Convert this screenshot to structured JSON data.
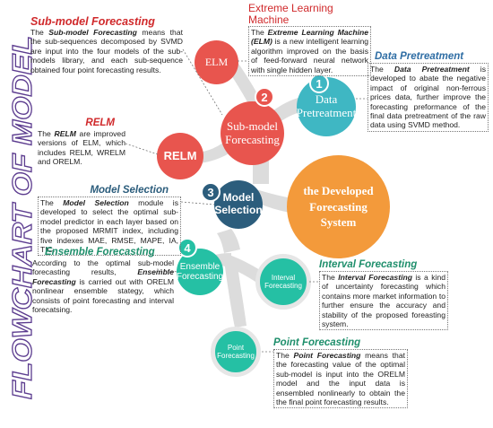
{
  "side_title": "FLOWCHART OF MODEL",
  "nodes": {
    "elm": "ELM",
    "relm": "RELM",
    "submodel": "Sub-model Forecasting",
    "pretreatment": "Data Pretreatment",
    "selection": "Model Selection",
    "developed": "the Developed Forecasting System",
    "ensemble": "Ensemble Forecasting",
    "interval": "Interval Forecasting",
    "point": "Point Forecasting"
  },
  "steps": [
    "1",
    "2",
    "3",
    "4"
  ],
  "boxes": {
    "elm": {
      "heading": "Extreme Learning Machine",
      "prefix": "The ",
      "term": "Extreme Learning Machine (ELM)",
      "text": " is a new intelligent learning algorithm improved on the basis of feed-forward neural network with single hidden layer."
    },
    "submodel": {
      "heading": "Sub-model Forecasting",
      "prefix": "The ",
      "term": "Sub-model Forecasting",
      "text": " means that the sub-sequences decomposed by SVMD are input into the four models of the sub-models library, and each sub-sequence obtained four point forecasting results."
    },
    "relm": {
      "heading": "RELM",
      "prefix": "The ",
      "term": "RELM",
      "text": " are improved versions of ELM, which includes RELM, WRELM and ORELM."
    },
    "pretreatment": {
      "heading": "Data Pretreatment",
      "prefix": "The ",
      "term": "Data Pretreatment",
      "text": " is developed to abate the negative impact of original non-ferrous prices data, further improve the forecasting preformance of the final data pretreatment of the raw data using SVMD method."
    },
    "selection": {
      "heading": "Model Selection",
      "prefix": "The ",
      "term": "Model Selection",
      "text": " module is developed to select the optimal sub-model predictor in each layer based on the proposed MRMIT index, including five indexes MAE, RMSE, MAPE, IA, TIC."
    },
    "ensemble": {
      "heading": "Ensemble Forecasting",
      "text1": "According to the optimal sub-model forecasting results, ",
      "term": "Ensemble Forecasting",
      "text2": " is carried out with ORELM nonlinear ensemble stategy, which consists of point forecasting and interval forecatsing."
    },
    "interval": {
      "heading": "Interval Forecasting",
      "prefix": "The ",
      "term": "Interval Forecasting",
      "text": " is a kind of uncertainty forecasting which contains more market information to further ensure the accuracy and stability of the proposed foreasting system."
    },
    "point": {
      "heading": "Point Forecasting",
      "prefix": "The ",
      "term": "Point Forecasting",
      "text": " means that the forecasting value of the optimal sub-model is input into the ORELM model and the input data is ensembled nonlinearly to obtain the the final point forecasting results."
    }
  },
  "colors": {
    "red": "#e8554e",
    "teal": "#3fb7c3",
    "navy": "#2c5d7c",
    "orange": "#f39a3b",
    "green": "#25c0a4",
    "purple": "#5c3c8f",
    "branch": "#dcdcdc"
  }
}
